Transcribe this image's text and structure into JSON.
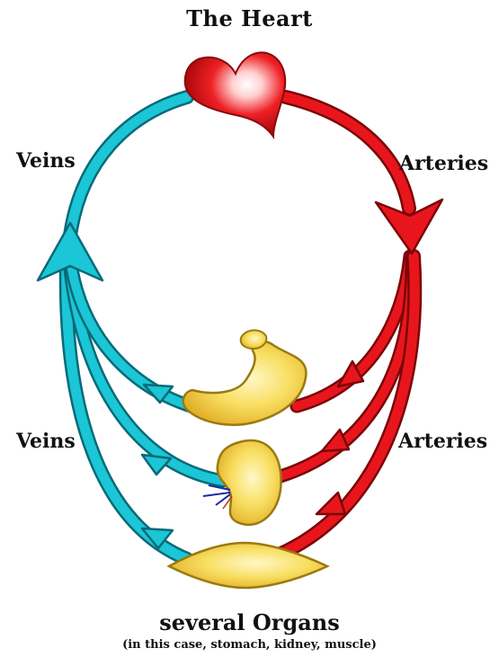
{
  "title": "The Heart",
  "labels": {
    "veins_top": "Veins",
    "arteries_top": "Arteries",
    "veins_bottom": "Veins",
    "arteries_bottom": "Arteries"
  },
  "organs": {
    "title": "several Organs",
    "subtitle": "(in this case, stomach, kidney, muscle)"
  },
  "colors": {
    "vein": "#1bc6d6",
    "vein_edge": "#0a6a78",
    "artery": "#e8161c",
    "artery_edge": "#7a0608",
    "heart": "#e0141a",
    "organ": "#f6d24a",
    "organ_edge": "#9a7a10"
  }
}
